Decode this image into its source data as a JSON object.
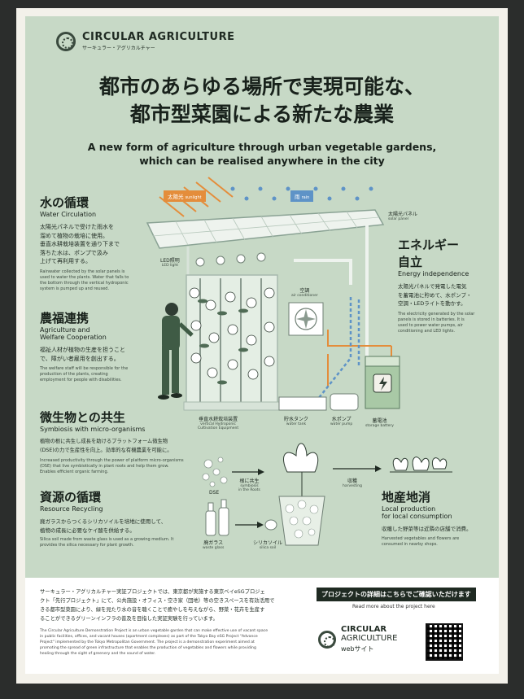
{
  "brand": {
    "name": "CIRCULAR AGRICULTURE",
    "sub": "サーキュラー・アグリカルチャー"
  },
  "title": {
    "jp_line1": "都市のあらゆる場所で実現可能な、",
    "jp_line2": "都市型菜園による新たな農業",
    "en_line1": "A new form of agriculture through urban vegetable gardens,",
    "en_line2": "which can be realised anywhere in the city"
  },
  "sections": {
    "water": {
      "jp": "水の循環",
      "en": "Water Circulation",
      "body_jp": [
        "太陽光パネルで受けた雨水を",
        "溜めて植物の栽培に使用。",
        "垂直水耕栽培装置を通り下まで",
        "落ちた水は、ポンプで汲み",
        "上げて再利用する。"
      ],
      "body_en": [
        "Rainwater collected by the solar panels is",
        "used to water the plants. Water that falls to",
        "the bottom through the vertical hydroponic",
        "system is pumped up and reused."
      ]
    },
    "welfare": {
      "jp": "農福連携",
      "en1": "Agriculture and",
      "en2": "Welfare Cooperation",
      "body_jp": [
        "福祉人材が植物の生産を担うこと",
        "で、障がい者雇用を創出する。"
      ],
      "body_en": [
        "The welfare staff will be responsible for the",
        "production of the plants, creating",
        "employment for people with disabilities."
      ]
    },
    "micro": {
      "jp": "微生物との共生",
      "en": "Symbiosis with micro-organisms",
      "body_jp": [
        "植物の根に共生し成長を助けるプラットフォーム微生物",
        "(DSE)の力で生産性を向上。効率的な有機農業を可能に。"
      ],
      "body_en": [
        "Increased productivity through the power of platform micro-organisms",
        "(DSE) that live symbiotically in plant roots and help them grow.",
        "Enables efficient organic farming."
      ]
    },
    "resource": {
      "jp": "資源の循環",
      "en": "Resource Recycling",
      "body_jp": [
        "廃ガラスからつくるシリカソイルを培地に使用して、",
        "植物の成長に必要なケイ酸を供給する。"
      ],
      "body_en": [
        "Silica soil made from waste glass is used as a growing medium. It",
        "provides the silica necessary for plant growth."
      ]
    },
    "energy": {
      "jp1": "エネルギー",
      "jp2": "自立",
      "en": "Energy independence",
      "body_jp": [
        "太陽光パネルで発電した電気",
        "を蓄電池に貯めて、水ポンプ・",
        "空調・LEDライトを動かす。"
      ],
      "body_en": [
        "The electricity generated by the solar",
        "panels is stored in batteries. It is",
        "used to power water pumps, air",
        "conditioning and LED lights."
      ]
    },
    "local": {
      "jp": "地産地消",
      "en1": "Local production",
      "en2": "for local consumption",
      "body_jp": [
        "収穫した野菜等は近隣の店舗で消費。"
      ],
      "body_en": [
        "Harvested vegetables and flowers are",
        "consumed in nearby shops."
      ]
    }
  },
  "diagram": {
    "sunlight_jp": "太陽光",
    "sunlight_en": "sunlight",
    "rain_jp": "雨",
    "rain_en": "rain",
    "solar_jp": "太陽光パネル",
    "solar_en": "solar panel",
    "led_jp": "LED照明",
    "led_en": "LED light",
    "ac_jp": "空調",
    "ac_en": "air conditioner",
    "hydro_jp": "垂直水耕栽培装置",
    "hydro_en1": "vertical Hydroponic",
    "hydro_en2": "Cultivation Equipment",
    "tank_jp": "貯水タンク",
    "tank_en": "water tank",
    "pump_jp": "水ポンプ",
    "pump_en": "water pump",
    "battery_jp": "蓄電池",
    "battery_en": "storage battery",
    "dse": "DSE",
    "root_jp": "根に共生",
    "root_en1": "symbiosis",
    "root_en2": "in the Roots",
    "harvest_jp": "収穫",
    "harvest_en": "harvesting",
    "glass_jp": "廃ガラス",
    "glass_en": "waste glass",
    "soil_jp": "シリカソイル",
    "soil_en": "silica soil"
  },
  "footer": {
    "body_jp": [
      "サーキュラー・アグリカルチャー実証プロジェクトでは、東京都が実施する東京ベイeSGプロジェ",
      "クト「先行プロジェクト」にて、公共施設・オフィス・空き家（団地）等の空きスペースを有効活用で",
      "きる都市型菜園により、緑を見たり水の音を聴くことで癒やしを与えながら、野菜・花卉を生産す",
      "ることができるグリーンインフラの普及を目指した実証実験を行っています。"
    ],
    "body_en": [
      "The Circular Agriculture Demonstration Project is an urban vegetable garden that can make effective use of vacant space",
      "in public facilities, offices, and vacant houses (apartment complexes) as part of the Tokyo Bay eSG Project \"Advance",
      "Project\" implemented by the Tokyo Metropolitan Government. The project is a demonstration experiment aimed at",
      "promoting the spread of green infrastructure that enables the production of vegetables and flowers while providing",
      "healing through the sight of greenery and the sound of water."
    ],
    "banner": "プロジェクトの詳細はこちらでご確認いただけます",
    "read_more": "Read more about the project here",
    "logo_line1": "CIRCULAR",
    "logo_line2": "AGRICULTURE",
    "web": "webサイト"
  },
  "colors": {
    "poster_bg": "#c7d9c6",
    "orange": "#e48d3b",
    "blue": "#5e93c7",
    "dark": "#1f2a22"
  }
}
